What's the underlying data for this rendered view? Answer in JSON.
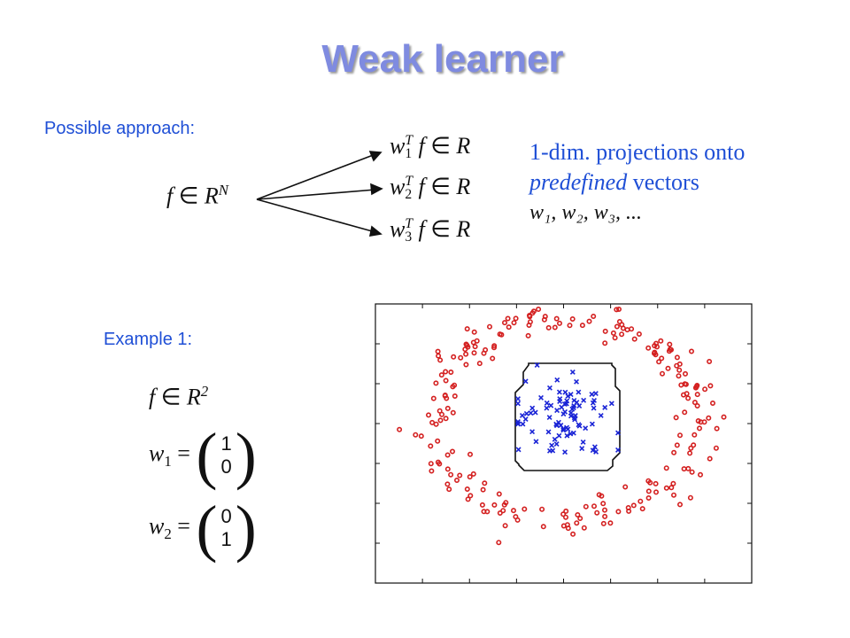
{
  "title": "Weak learner",
  "possible_approach_label": "Possible approach:",
  "example_label": "Example 1:",
  "input_space": {
    "var": "f",
    "op": "∈",
    "set": "R",
    "sup": "N"
  },
  "projections": [
    {
      "w": "w",
      "sub": "1",
      "sup": "T",
      "f": "f",
      "op": "∈",
      "set": "R"
    },
    {
      "w": "w",
      "sub": "2",
      "sup": "T",
      "f": "f",
      "op": "∈",
      "set": "R"
    },
    {
      "w": "w",
      "sub": "3",
      "sup": "T",
      "f": "f",
      "op": "∈",
      "set": "R"
    }
  ],
  "description": {
    "line1": "1-dim. projections onto",
    "line2_italic": "predefined",
    "line2_rest": " vectors",
    "line3": "w₁, w₂, w₃, ..."
  },
  "example_space": {
    "var": "f",
    "op": "∈",
    "set": "R",
    "sup": "2"
  },
  "vectors": [
    {
      "name": "w",
      "sub": "1",
      "eq": "=",
      "values": [
        "1",
        "0"
      ]
    },
    {
      "name": "w",
      "sub": "2",
      "eq": "=",
      "values": [
        "0",
        "1"
      ]
    }
  ],
  "colors": {
    "title": "#7f8be0",
    "label_blue": "#1f4fd6",
    "outer_class": "#d42020",
    "inner_class": "#1a24d6"
  },
  "plot": {
    "inner_marker": "x",
    "outer_marker": "o",
    "inner_count": 90,
    "outer_count": 230,
    "seed": 7
  }
}
